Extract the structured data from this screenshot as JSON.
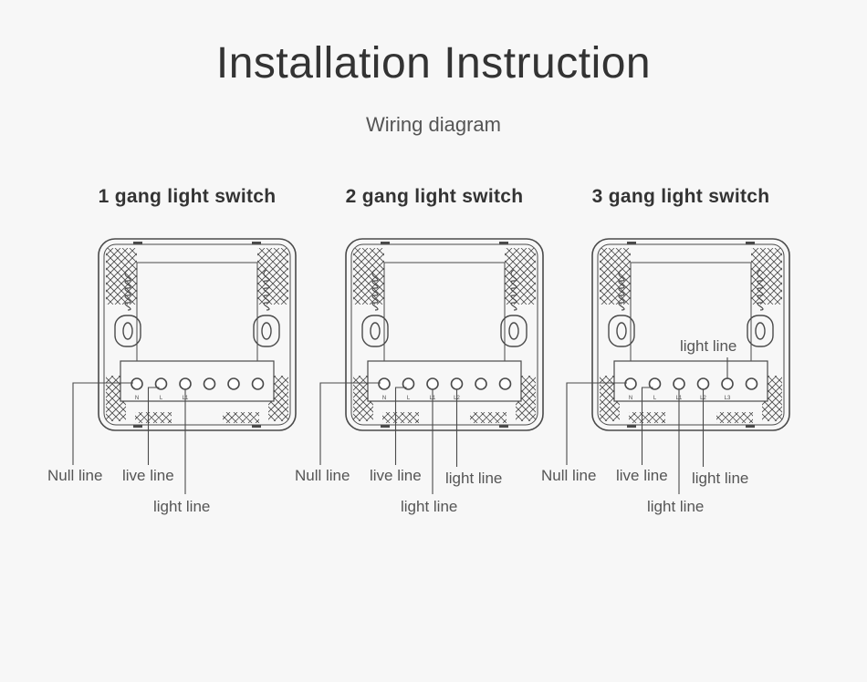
{
  "header": {
    "title": "Installation Instruction",
    "subtitle": "Wiring diagram"
  },
  "diagrams": [
    {
      "heading": "1 gang light switch",
      "terminals": [
        "N",
        "L",
        "L1",
        "",
        "",
        ""
      ],
      "labels": {
        "null": "Null line",
        "live": "live line",
        "light1": "light line"
      }
    },
    {
      "heading": "2 gang light switch",
      "terminals": [
        "N",
        "L",
        "L1",
        "L2",
        "",
        ""
      ],
      "labels": {
        "null": "Null line",
        "live": "live line",
        "light1": "light line",
        "light2": "light line"
      }
    },
    {
      "heading": "3 gang light switch",
      "terminals": [
        "N",
        "L",
        "L1",
        "L2",
        "L3",
        ""
      ],
      "labels": {
        "null": "Null line",
        "live": "live line",
        "light1": "light line",
        "light2": "light line",
        "light3": "light line"
      }
    }
  ],
  "colors": {
    "line": "#4a4a4a",
    "text": "#555555"
  }
}
